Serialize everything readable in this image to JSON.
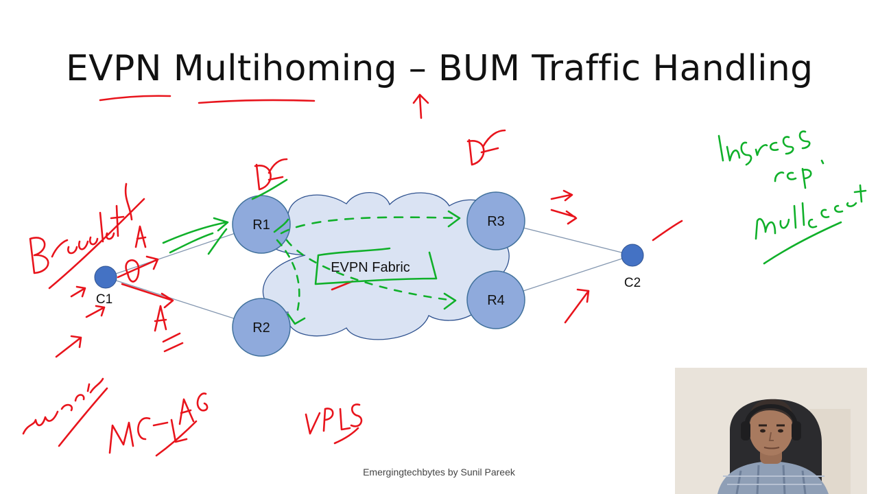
{
  "slide": {
    "title": "EVPN Multihoming – BUM Traffic Handling",
    "footer": "Emergingtechbytes by Sunil Pareek"
  },
  "diagram": {
    "fabric_label": "EVPN Fabric",
    "routers": [
      {
        "id": "r1",
        "label": "R1"
      },
      {
        "id": "r2",
        "label": "R2"
      },
      {
        "id": "r3",
        "label": "R3"
      },
      {
        "id": "r4",
        "label": "R4"
      }
    ],
    "endpoints": [
      {
        "id": "c1",
        "label": "C1"
      },
      {
        "id": "c2",
        "label": "C2"
      }
    ]
  },
  "colors": {
    "router_fill": "#8faadc",
    "router_stroke": "#41719c",
    "fabric_fill": "#dae3f3",
    "fabric_stroke": "#2f528f",
    "endpoint_fill": "#4472c4",
    "link": "#8497b0",
    "ink_red": "#e8141c",
    "ink_green": "#10b02a"
  },
  "presenter_webcam": "presenter-video"
}
